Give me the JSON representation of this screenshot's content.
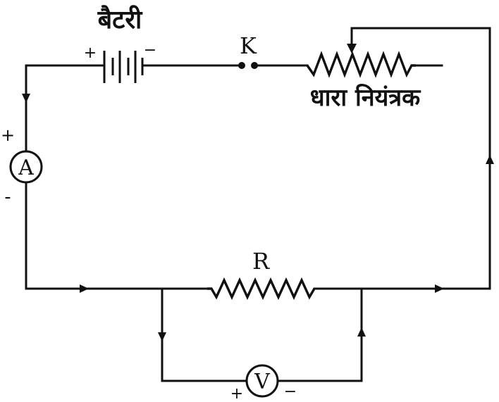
{
  "labels": {
    "battery": "बैटरी",
    "key": "K",
    "rheostat": "धारा नियंत्रक",
    "resistor": "R",
    "ammeter": "A",
    "voltmeter": "V"
  },
  "signs": {
    "battery_positive": "+",
    "battery_negative": "−",
    "ammeter_positive": "+",
    "ammeter_negative": "-",
    "voltmeter_positive": "+",
    "voltmeter_negative": "−"
  }
}
